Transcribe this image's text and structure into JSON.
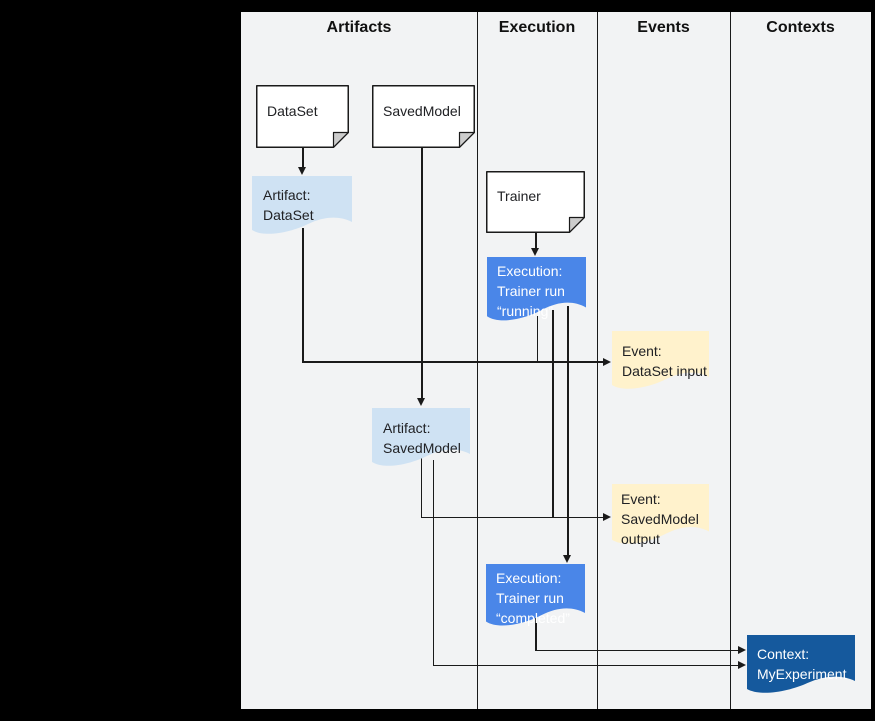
{
  "columns": [
    {
      "label": "Artifacts"
    },
    {
      "label": "Execution"
    },
    {
      "label": "Events"
    },
    {
      "label": "Contexts"
    }
  ],
  "nodes": {
    "dataset": {
      "label": "DataSet"
    },
    "savedmodel": {
      "label": "SavedModel"
    },
    "trainer": {
      "label": "Trainer"
    },
    "artifact_dataset": {
      "lines": [
        "Artifact:",
        "DataSet"
      ]
    },
    "execution_running": {
      "lines": [
        "Execution:",
        "Trainer run",
        "“running”"
      ]
    },
    "event_dataset_input": {
      "lines": [
        "Event:",
        "DataSet input"
      ]
    },
    "artifact_savedmodel": {
      "lines": [
        "Artifact:",
        "SavedModel"
      ]
    },
    "event_savedmodel_output": {
      "lines": [
        "Event:",
        "SavedModel",
        "output"
      ]
    },
    "execution_completed": {
      "lines": [
        "Execution:",
        "Trainer run",
        "“completed”"
      ]
    },
    "context_myexperiment": {
      "lines": [
        "Context:",
        "MyExperiment"
      ]
    }
  },
  "colors": {
    "page_bg": "#000000",
    "canvas_bg": "#f2f3f4",
    "note_fill": "#ffffff",
    "note_fold": "#cccccc",
    "artifact_fill": "#cfe2f3",
    "execution_fill": "#4a86e8",
    "event_fill": "#fff2cc",
    "context_fill": "#15599d",
    "connector": "#1a1a1a"
  }
}
